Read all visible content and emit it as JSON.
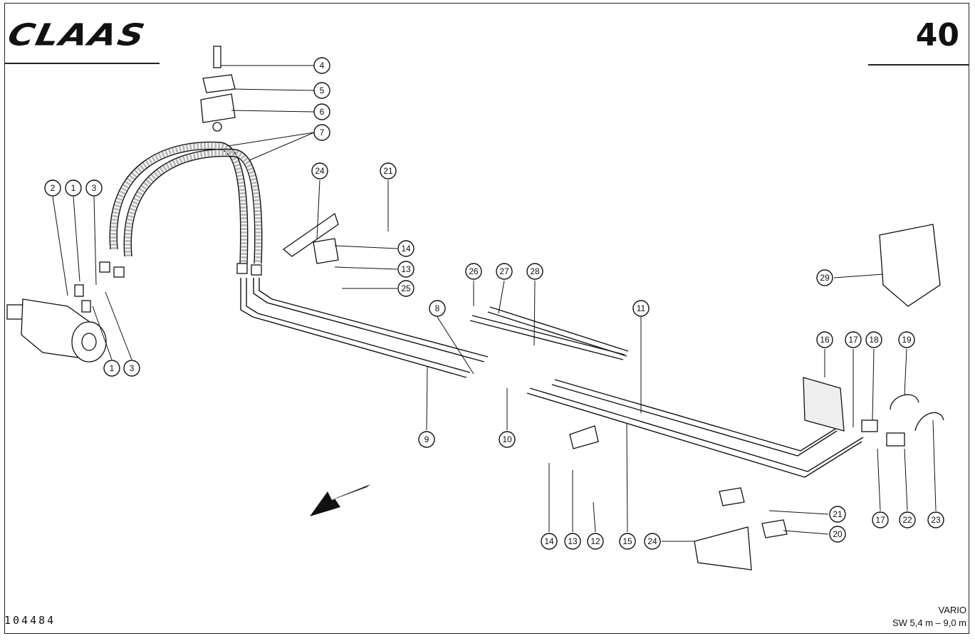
{
  "header": {
    "logo": "CLAAS",
    "page_number": "40"
  },
  "footer": {
    "reference_number": "104484",
    "model_line1": "VARIO",
    "model_line2": "SW 5,4 m – 9,0 m"
  },
  "callouts": [
    "1",
    "1",
    "2",
    "3",
    "3",
    "4",
    "5",
    "6",
    "7",
    "8",
    "9",
    "10",
    "11",
    "12",
    "13",
    "13",
    "14",
    "14",
    "15",
    "16",
    "17",
    "17",
    "18",
    "19",
    "20",
    "21",
    "21",
    "22",
    "23",
    "24",
    "24",
    "25",
    "26",
    "27",
    "28",
    "29"
  ]
}
